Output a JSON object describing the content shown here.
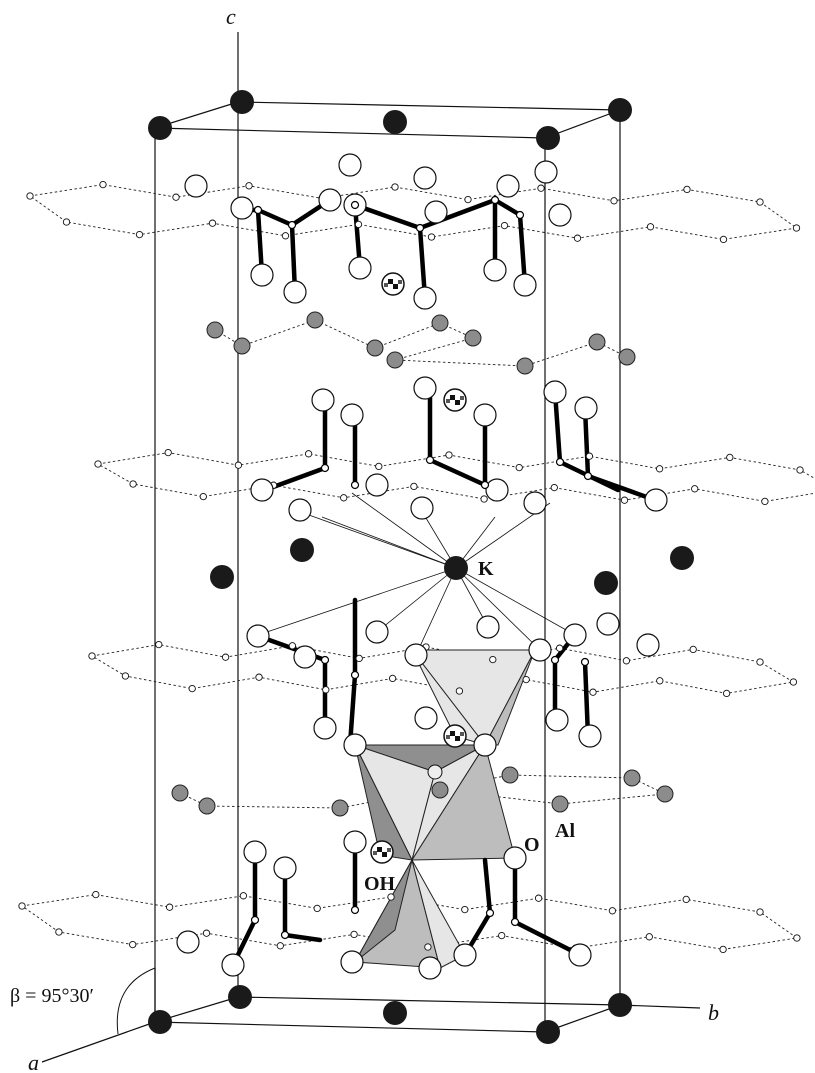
{
  "figure": {
    "axes": {
      "a": "a",
      "b": "b",
      "c": "c"
    },
    "angle_label": "β = 95°30′",
    "atom_labels": {
      "K": "K",
      "Al": "Al",
      "O": "O",
      "OH": "OH"
    }
  },
  "legend_colors": {
    "K": "#1a1a1a",
    "O": "#ffffff",
    "Al": "#8c8c8c",
    "Si_small": "#ffffff",
    "octahedron_light": "#e6e6e6",
    "octahedron_mid": "#bdbdbd",
    "octahedron_dark": "#8f8f8f"
  }
}
